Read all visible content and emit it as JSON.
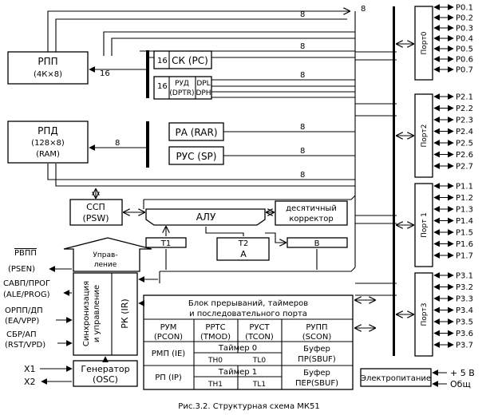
{
  "blocks": {
    "rpp": [
      "РПП",
      "(4К×8)"
    ],
    "rpd": [
      "РПД",
      "(128×8)",
      "(RAM)"
    ],
    "sk": "СК (PC)",
    "rud": [
      "РУД",
      "(DPTR)"
    ],
    "dpl": "DPL",
    "dph": "DPH",
    "ra": "РА (RAR)",
    "rus": "РУС (SP)",
    "ssp": [
      "ССП",
      "(PSW)"
    ],
    "alu": "АЛУ",
    "dec": [
      "десятичный",
      "корректор"
    ],
    "t1": "Т1",
    "t2": "Т2",
    "a": "А",
    "b": "В",
    "upr": [
      "Управ-",
      "ление"
    ],
    "sync": [
      "Синхронизация",
      "и управление"
    ],
    "rk": "РК (IR)",
    "gen": [
      "Генератор",
      "(OSC)"
    ],
    "power": "Электропитание"
  },
  "interrupt_block": {
    "title": [
      "Блок прерываний, таймеров",
      "и последовательного порта"
    ],
    "rum": [
      "РУМ",
      "(PCON)"
    ],
    "rrts": [
      "РРТС",
      "(TMOD)"
    ],
    "rust": [
      "РУСТ",
      "(TCON)"
    ],
    "rupp": [
      "РУПП",
      "(SCON)"
    ],
    "rmp": "РМП (IE)",
    "timer0": "Таймер 0",
    "th0": "TH0",
    "tl0": "TL0",
    "buf1": [
      "Буфер",
      "ПР(SBUF)"
    ],
    "rp": "РП  (IP)",
    "timer1": "Таймер 1",
    "th1": "TH1",
    "tl1": "TL1",
    "buf2": [
      "Буфер",
      "ПЕР(SBUF)"
    ]
  },
  "ports": {
    "port0": {
      "name": "Порт0",
      "pins": [
        "P0.1",
        "P0.2",
        "P0.3",
        "P0.4",
        "P0.5",
        "P0.6",
        "P0.7"
      ]
    },
    "port2": {
      "name": "Порт2",
      "pins": [
        "P2.1",
        "P2.2",
        "P2.3",
        "P2.4",
        "P2.5",
        "P2.6",
        "P2.7"
      ]
    },
    "port1": {
      "name": "Порт 1",
      "pins": [
        "P1.1",
        "P1.2",
        "P1.3",
        "P1.4",
        "P1.5",
        "P1.6",
        "P1.7"
      ]
    },
    "port3": {
      "name": "Порт3",
      "pins": [
        "P3.1",
        "P3.2",
        "P3.3",
        "P3.4",
        "P3.5",
        "P3.6",
        "P3.7"
      ]
    }
  },
  "signals": {
    "rvpp": "РВПП",
    "psen": "(PSEN)",
    "savp": "САВП/ПРОГ",
    "ale": "(ALE/PROG)",
    "orpp": "ОРПП/ДП",
    "ea": "(EA/VPP)",
    "sbr": "СБР/АП",
    "rst": "(RST/VPD)",
    "x1": "X1",
    "x2": "X2",
    "plus5": "+ 5 В",
    "gnd": "Общ"
  },
  "bus_widths": {
    "b8": "8",
    "b16": "16"
  },
  "caption": "Рис.3.2. Структурная схема МК51"
}
